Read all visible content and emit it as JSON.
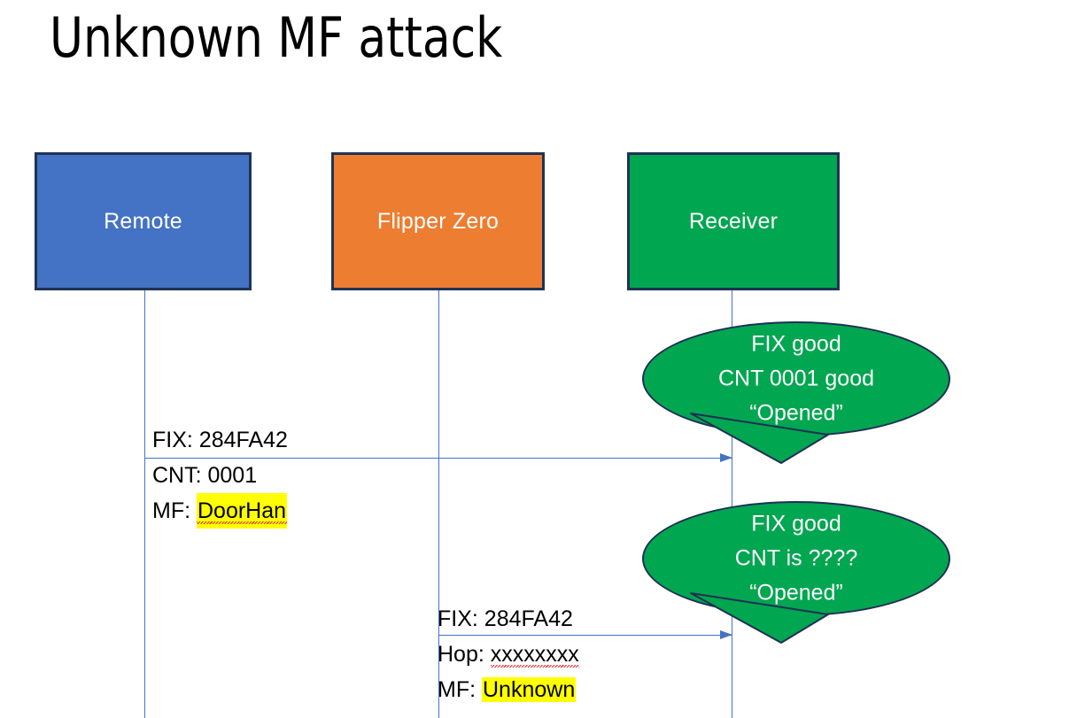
{
  "title": "Unknown MF attack",
  "actors": [
    {
      "id": "remote",
      "label": "Remote",
      "color": "#4472C4"
    },
    {
      "id": "flipper",
      "label": "Flipper Zero",
      "color": "#ED7D31"
    },
    {
      "id": "receiver",
      "label": "Receiver",
      "color": "#00A650"
    }
  ],
  "messages": [
    {
      "id": "msg1",
      "from": "remote",
      "to": "receiver",
      "lines": [
        {
          "label": "FIX: ",
          "value": "284FA42",
          "highlight": false,
          "spellerror": false
        },
        {
          "label": "CNT: ",
          "value": "0001",
          "highlight": false,
          "spellerror": false
        },
        {
          "label": "MF: ",
          "value": "DoorHan",
          "highlight": true,
          "spellerror": true
        }
      ]
    },
    {
      "id": "msg2",
      "from": "flipper",
      "to": "receiver",
      "lines": [
        {
          "label": "FIX: ",
          "value": "284FA42",
          "highlight": false,
          "spellerror": false
        },
        {
          "label": "Hop: ",
          "value": "xxxxxxxx",
          "highlight": false,
          "spellerror": true
        },
        {
          "label": "MF: ",
          "value": "Unknown",
          "highlight": true,
          "spellerror": false
        }
      ]
    }
  ],
  "bubbles": [
    {
      "id": "bubble1",
      "owner": "receiver",
      "color": "#00A650",
      "lines": [
        "FIX good",
        "CNT 0001 good",
        "“Opened”"
      ]
    },
    {
      "id": "bubble2",
      "owner": "receiver",
      "color": "#00A650",
      "lines": [
        "FIX good",
        "CNT is ????",
        "“Opened”"
      ]
    }
  ],
  "colors": {
    "remote_blue": "#4472C4",
    "flipper_orange": "#ED7D31",
    "receiver_green": "#00A650",
    "box_border": "#1F3355",
    "lifeline": "#4472C4",
    "highlight": "#FFFF00",
    "spell_underline": "#E03030",
    "text": "#000000",
    "bubble_text": "#FFFFFF",
    "background": "#FFFFFF"
  }
}
